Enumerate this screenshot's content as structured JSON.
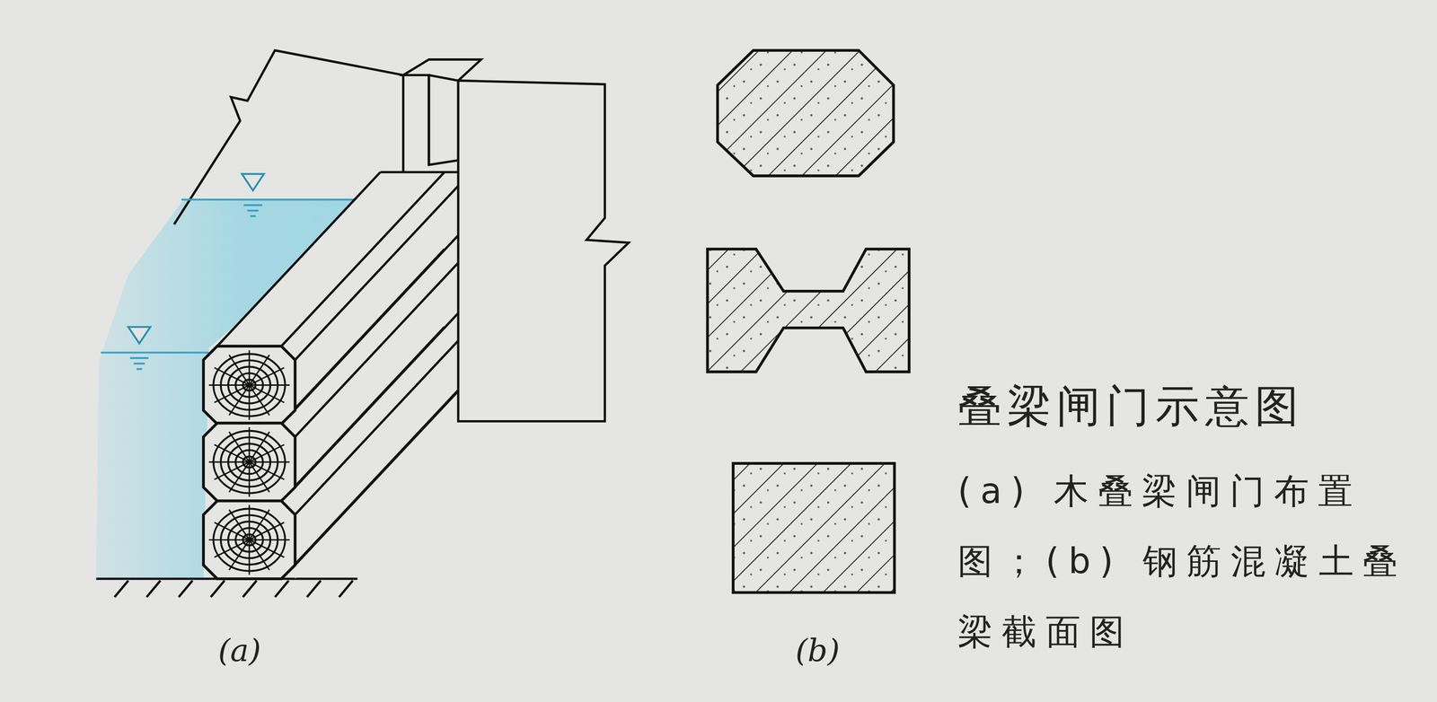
{
  "diagram": {
    "title": "叠梁闸门示意图",
    "caption": "(a) 木叠梁闸门布置图；(b) 钢筋混凝土叠梁截面图",
    "labels": [
      "(a)",
      "(b)"
    ]
  }
}
